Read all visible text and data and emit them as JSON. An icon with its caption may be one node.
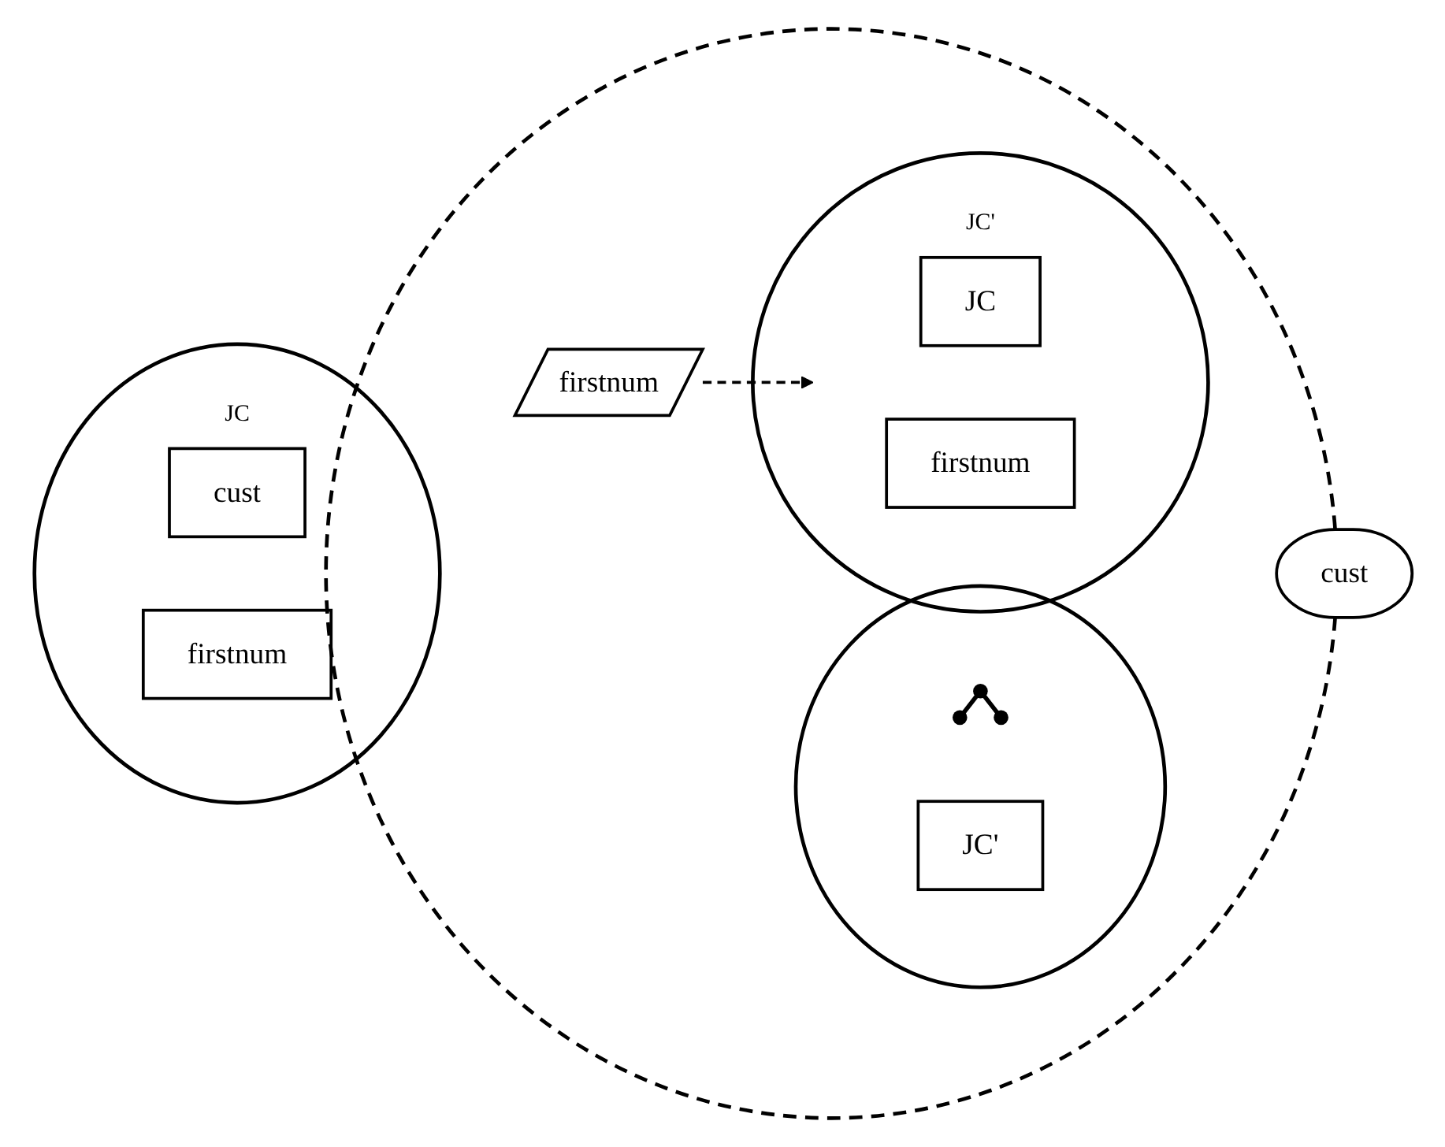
{
  "diagram": {
    "nodes": [
      {
        "text": [],
        "shape": "circle"
      },
      {
        "text": [],
        "shape": "circle",
        "in": 0
      },
      {
        "text": [],
        "shape": "picture",
        "in": 1
      },
      {
        "text": [
          "JC'"
        ],
        "in": 1
      },
      {
        "text": [
          "firstnum"
        ],
        "in": 0
      },
      {
        "text": [
          "JC'"
        ],
        "in": 0
      },
      {
        "text": [
          "JC"
        ],
        "in": 5
      },
      {
        "text": [
          "firstnum"
        ],
        "in": 5
      },
      {
        "text": [
          "cust"
        ]
      },
      {
        "text": [
          "JC"
        ]
      },
      {
        "text": [
          "cust"
        ],
        "in": 9
      },
      {
        "text": [
          "firstnum"
        ],
        "in": 9
      }
    ],
    "edges": [
      {
        "from": 4,
        "to": 5,
        "arrow": "to",
        "style": "dashed"
      }
    ]
  }
}
